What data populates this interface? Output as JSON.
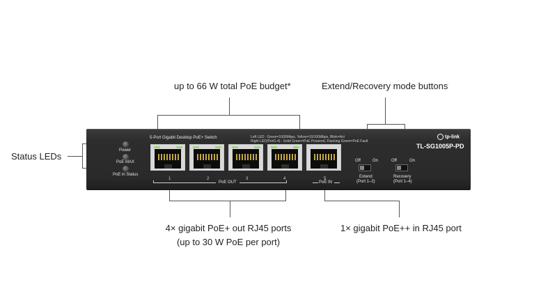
{
  "callouts": {
    "poe_budget": "up to 66 W total PoE budget*",
    "mode_buttons": "Extend/Recovery mode buttons",
    "status_leds": "Status LEDs",
    "poe_out_line1": "4× gigabit PoE+ out RJ45 ports",
    "poe_out_line2": "(up to 30 W PoE per port)",
    "poe_in": "1× gigabit PoE++ in RJ45 port"
  },
  "device": {
    "model": "TL-SG1005P-PD",
    "logo": "tp-link",
    "subtitle": "5-Port Gigabit Desktop PoE+ Switch",
    "led_legend_1": "Left LED : Green=1000Mbps, Yellow=10/100Mbps, Blink=Act",
    "led_legend_2": "Right LED(Port1-4) : Solid Green=PoE Powered, Flashing Green=PoE Fault",
    "status_leds": [
      "Power",
      "PoE MAX",
      "PoE in Status"
    ],
    "ports": [
      "1",
      "2",
      "3",
      "4",
      "5"
    ],
    "poe_out_label": "PoE OUT",
    "poe_in_label": "PoE IN",
    "buttons": [
      {
        "off": "Off",
        "on": "On",
        "name": "Extend",
        "ports": "(Port 1–2)"
      },
      {
        "off": "Off",
        "on": "On",
        "name": "Recovery",
        "ports": "(Port 1–4)"
      }
    ]
  }
}
